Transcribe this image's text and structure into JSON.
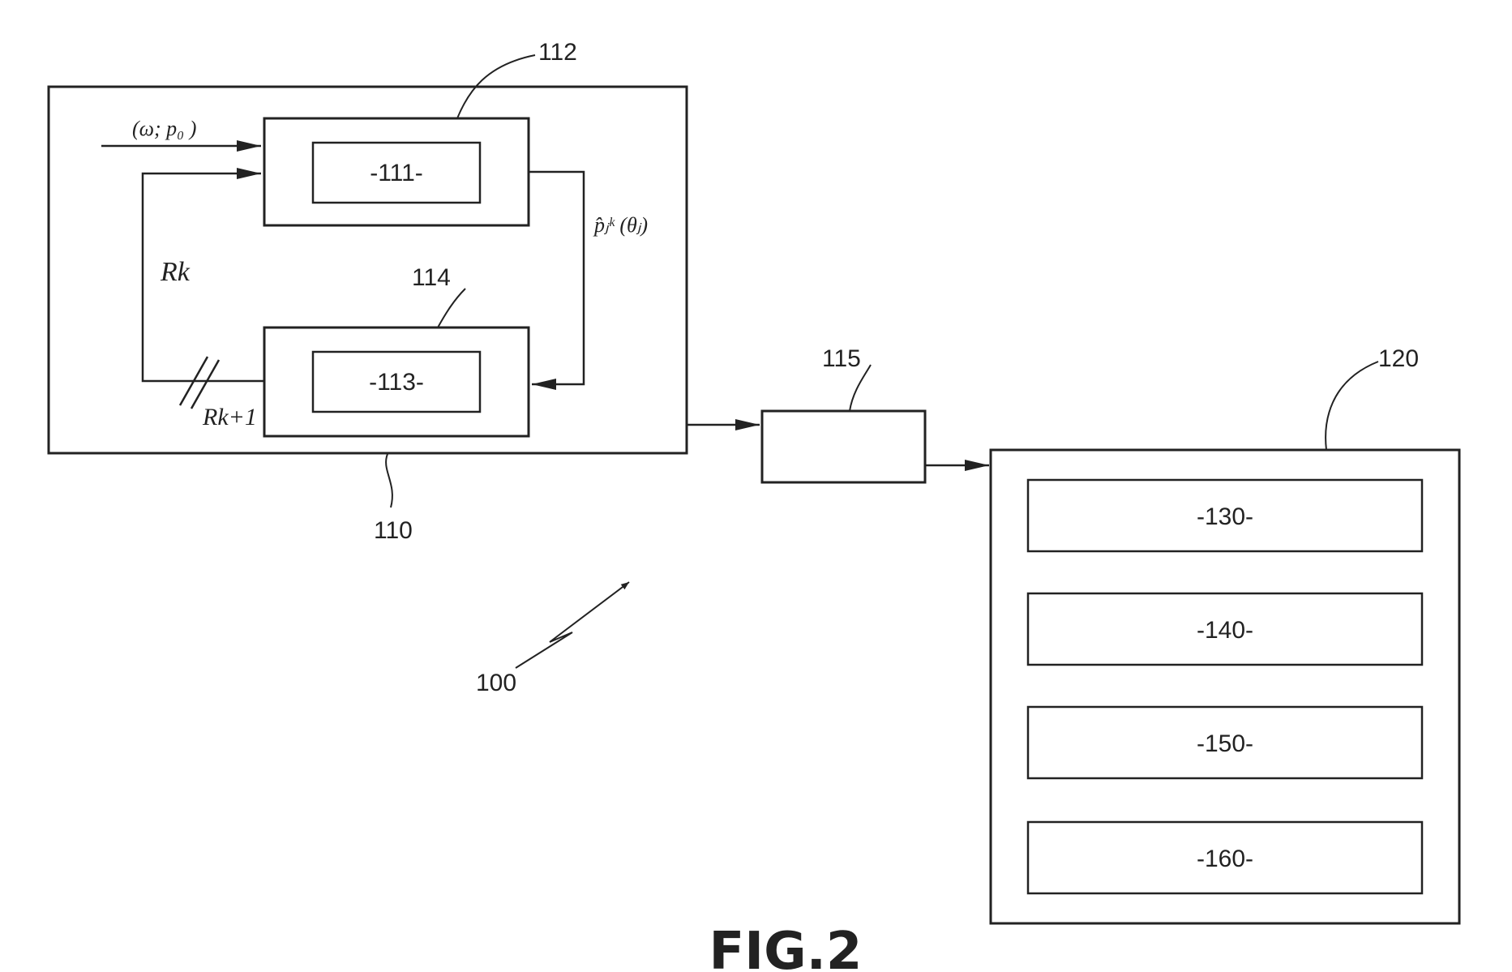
{
  "figure_label": "FIG.2",
  "system_ref": "100",
  "module_110": {
    "ref": "110",
    "block_112": {
      "ref": "112",
      "inner_label": "-111-"
    },
    "block_114": {
      "ref": "114",
      "inner_label": "-113-"
    },
    "input_signal": "(ω; p₀ )",
    "output_estimate": "p̂ⱼᵏ (θⱼ)",
    "feedback_in": "Rk",
    "feedback_out": "Rk+1"
  },
  "block_115": {
    "ref": "115"
  },
  "module_120": {
    "ref": "120",
    "sub_blocks": [
      "-130-",
      "-140-",
      "-150-",
      "-160-"
    ]
  }
}
